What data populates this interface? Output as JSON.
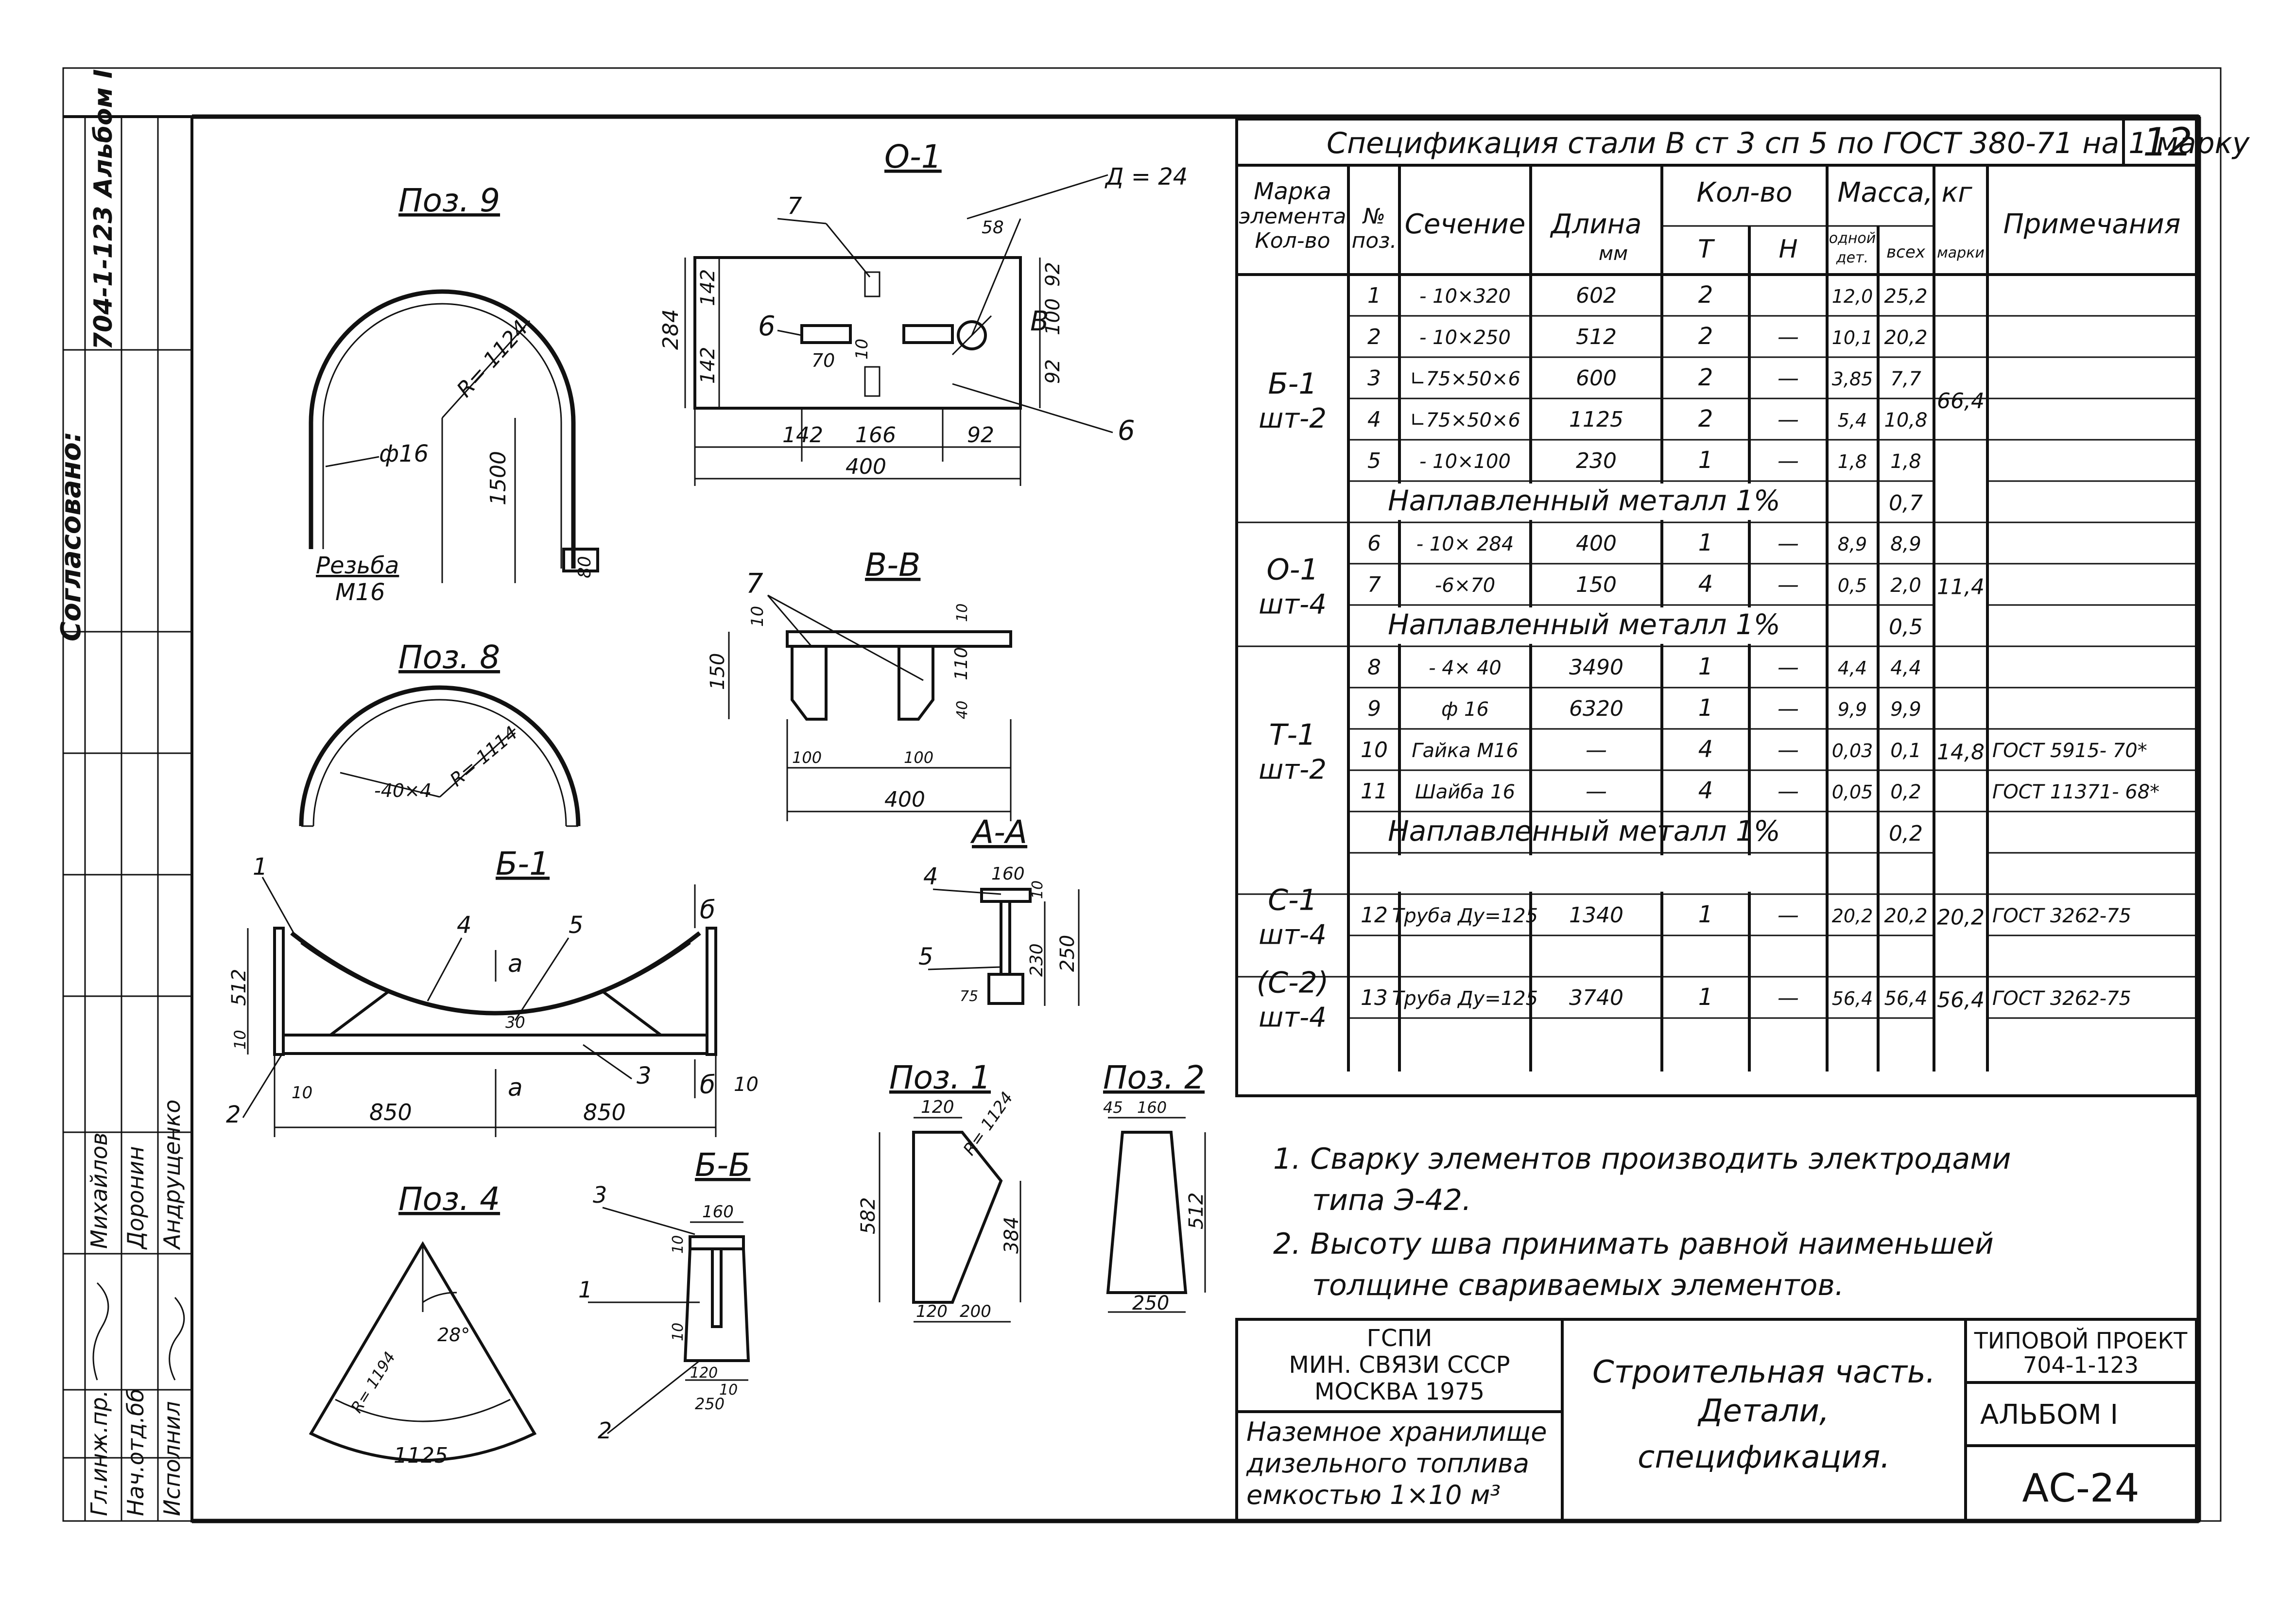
{
  "sheet_number": "12",
  "spec": {
    "title": "Спецификация стали В ст 3 сп 5 по ГОСТ 380-71 на 1 марку",
    "headers": {
      "mark": "Марка элемента Кол-во",
      "pos": "№ поз.",
      "section": "Сечение",
      "length": "Длина мм",
      "qty": "Кол-во",
      "qty_t": "Т",
      "qty_n": "Н",
      "mass": "Масса, кг",
      "mass_one": "одной дет.",
      "mass_all": "всех",
      "mass_mark": "марки",
      "notes": "Примечания"
    },
    "groups": [
      {
        "mark": "Б-1",
        "count": "шт-2",
        "mass": "66,4",
        "rows": [
          {
            "pos": "1",
            "section": "- 10×320",
            "length": "602",
            "t": "2",
            "n": "",
            "one": "12,0",
            "all": "25,2",
            "note": ""
          },
          {
            "pos": "2",
            "section": "- 10×250",
            "length": "512",
            "t": "2",
            "n": "—",
            "one": "10,1",
            "all": "20,2",
            "note": ""
          },
          {
            "pos": "3",
            "section": "∟75×50×6",
            "length": "600",
            "t": "2",
            "n": "—",
            "one": "3,85",
            "all": "7,7",
            "note": ""
          },
          {
            "pos": "4",
            "section": "∟75×50×6",
            "length": "1125",
            "t": "2",
            "n": "—",
            "one": "5,4",
            "all": "10,8",
            "note": ""
          },
          {
            "pos": "5",
            "section": "- 10×100",
            "length": "230",
            "t": "1",
            "n": "—",
            "one": "1,8",
            "all": "1,8",
            "note": ""
          }
        ],
        "weld": "Наплавленный металл 1%",
        "weld_mass": "0,7"
      },
      {
        "mark": "О-1",
        "count": "шт-4",
        "mass": "11,4",
        "rows": [
          {
            "pos": "6",
            "section": "- 10× 284",
            "length": "400",
            "t": "1",
            "n": "—",
            "one": "8,9",
            "all": "8,9",
            "note": ""
          },
          {
            "pos": "7",
            "section": "-6×70",
            "length": "150",
            "t": "4",
            "n": "—",
            "one": "0,5",
            "all": "2,0",
            "note": ""
          }
        ],
        "weld": "Наплавленный металл 1%",
        "weld_mass": "0,5"
      },
      {
        "mark": "Т-1",
        "count": "шт-2",
        "mass": "14,8",
        "rows": [
          {
            "pos": "8",
            "section": "- 4× 40",
            "length": "3490",
            "t": "1",
            "n": "—",
            "one": "4,4",
            "all": "4,4",
            "note": ""
          },
          {
            "pos": "9",
            "section": "ф 16",
            "length": "6320",
            "t": "1",
            "n": "—",
            "one": "9,9",
            "all": "9,9",
            "note": ""
          },
          {
            "pos": "10",
            "section": "Гайка М16",
            "length": "—",
            "t": "4",
            "n": "—",
            "one": "0,03",
            "all": "0,1",
            "note": "ГОСТ 5915- 70*"
          },
          {
            "pos": "11",
            "section": "Шайба 16",
            "length": "—",
            "t": "4",
            "n": "—",
            "one": "0,05",
            "all": "0,2",
            "note": "ГОСТ 11371- 68*"
          }
        ],
        "weld": "Наплавленный металл 1%",
        "weld_mass": "0,2"
      },
      {
        "mark": "С-1",
        "count": "шт-4",
        "mass": "20,2",
        "rows": [
          {
            "pos": "12",
            "section": "Труба Ду=125",
            "length": "1340",
            "t": "1",
            "n": "—",
            "one": "20,2",
            "all": "20,2",
            "note": "ГОСТ 3262-75"
          }
        ]
      },
      {
        "mark": "(С-2)",
        "count": "шт-4",
        "mass": "56,4",
        "rows": [
          {
            "pos": "13",
            "section": "Труба Ду=125",
            "length": "3740",
            "t": "1",
            "n": "—",
            "one": "56,4",
            "all": "56,4",
            "note": "ГОСТ 3262-75"
          }
        ]
      }
    ]
  },
  "notes": [
    "1. Сварку элементов производить электродами",
    "типа Э-42.",
    "2. Высоту шва принимать равной наименьшей",
    "толщине свариваемых элементов."
  ],
  "title_block": {
    "org1": "ГСПИ",
    "org2": "МИН. СВЯЗИ СССР",
    "org3": "МОСКВА 1975",
    "object1": "Наземное хранилище",
    "object2": "дизельного топлива",
    "object3": "емкостью 1×10 м³",
    "sheet1": "Строительная часть.",
    "sheet2": "Детали,",
    "sheet3": "спецификация.",
    "project_label": "ТИПОВОЙ ПРОЕКТ",
    "project_no": "704-1-123",
    "album": "АЛЬБОМ I",
    "sheet_code": "АС-24"
  },
  "side_stamp": {
    "album": "704-1-123 Альбом I",
    "agreed": "Согласовано:",
    "roles": [
      "Гл.инж.пр.",
      "Нач.отд.бб",
      "Исполнил"
    ],
    "names": [
      "Михайлов",
      "Доронин",
      "Андрущенко"
    ]
  },
  "drawings": {
    "pos9": {
      "title": "Поз. 9",
      "r": "R= 1124",
      "dia": "ф16",
      "h": "1500",
      "thread1": "Резьба",
      "thread2": "М16",
      "d": "80"
    },
    "pos8": {
      "title": "Поз. 8",
      "sec": "-40×4",
      "r": "R= 1114"
    },
    "o1": {
      "title": "О-1",
      "d": "Д = 24",
      "h": "284",
      "d1": "142",
      "d2": "142",
      "d3": "92",
      "d4": "100",
      "d5": "92",
      "w1": "142",
      "w2": "166",
      "w3": "92",
      "w": "400",
      "t": "70",
      "s": "10",
      "m": "58",
      "l6": "6",
      "l7": "7",
      "cut": "В",
      "l6b": "6"
    },
    "vv": {
      "title": "В-В",
      "l7": "7",
      "h": "150",
      "h1": "110",
      "t": "10",
      "t2": "10",
      "c": "40",
      "w": "400",
      "d1": "100",
      "d2": "100"
    },
    "aa": {
      "title": "А-А",
      "l4": "4",
      "l5": "5",
      "w": "160",
      "h1": "230",
      "h2": "250",
      "d1": "75",
      "t": "10"
    },
    "b1": {
      "title": "Б-1",
      "l1": "1",
      "l2": "2",
      "l3": "3",
      "l4": "4",
      "l5": "5",
      "w1": "850",
      "w2": "850",
      "t": "10",
      "h": "512",
      "s": "10",
      "cut_a": "а",
      "cut_b": "б",
      "c": "30"
    },
    "pos1": {
      "title": "Поз. 1",
      "w": "120",
      "r": "R= 1124",
      "h": "582",
      "h2": "384",
      "b1": "120",
      "b2": "200"
    },
    "pos2": {
      "title": "Поз. 2",
      "w1": "45",
      "w2": "160",
      "h": "512",
      "b": "250"
    },
    "pos4": {
      "title": "Поз. 4",
      "r": "R= 1194",
      "ang": "28°",
      "w": "1125"
    },
    "bb": {
      "title": "Б-Б",
      "l1": "1",
      "l2": "2",
      "l3": "3",
      "w": "160",
      "b1": "120",
      "b2": "250",
      "t": "10",
      "t2": "10",
      "s": "10"
    }
  }
}
